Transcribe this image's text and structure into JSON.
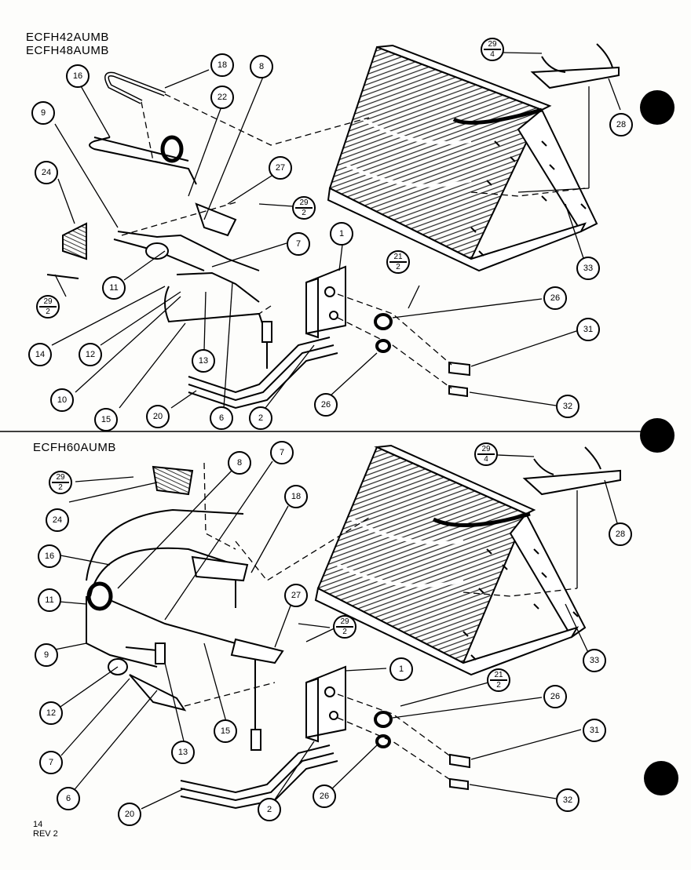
{
  "headings": {
    "model_top_1": "ECFH42AUMB",
    "model_top_2": "ECFH48AUMB",
    "model_bottom": "ECFH60AUMB"
  },
  "footer": {
    "page": "14",
    "rev": "REV 2"
  },
  "callouts_top": {
    "c18": "18",
    "c16": "16",
    "c8": "8",
    "c22": "22",
    "c9": "9",
    "c27": "27",
    "c24": "24",
    "c7": "7",
    "c1": "1",
    "c11": "11",
    "c14": "14",
    "c12": "12",
    "c13": "13",
    "c10": "10",
    "c15": "15",
    "c20": "20",
    "c6": "6",
    "c2": "2",
    "c26a": "26",
    "c26b": "26",
    "c31": "31",
    "c32": "32",
    "c33": "33",
    "c28": "28"
  },
  "callouts_bottom": {
    "c8": "8",
    "c7a": "7",
    "c18": "18",
    "c16": "16",
    "c24": "24",
    "c11": "11",
    "c9": "9",
    "c27": "27",
    "c1": "1",
    "c12": "12",
    "c7b": "7",
    "c13": "13",
    "c15": "15",
    "c6": "6",
    "c20": "20",
    "c2": "2",
    "c26a": "26",
    "c26b": "26",
    "c31": "31",
    "c32": "32",
    "c33": "33",
    "c28": "28"
  },
  "fractions": {
    "top_29_4": {
      "num": "29",
      "den": "4"
    },
    "top_29_2_right": {
      "num": "29",
      "den": "2"
    },
    "top_29_2_left": {
      "num": "29",
      "den": "2"
    },
    "top_21_2": {
      "num": "21",
      "den": "2"
    },
    "bot_29_4": {
      "num": "29",
      "den": "4"
    },
    "bot_29_2_left": {
      "num": "29",
      "den": "2"
    },
    "bot_29_2_right": {
      "num": "29",
      "den": "2"
    },
    "bot_21_2": {
      "num": "21",
      "den": "2"
    }
  }
}
